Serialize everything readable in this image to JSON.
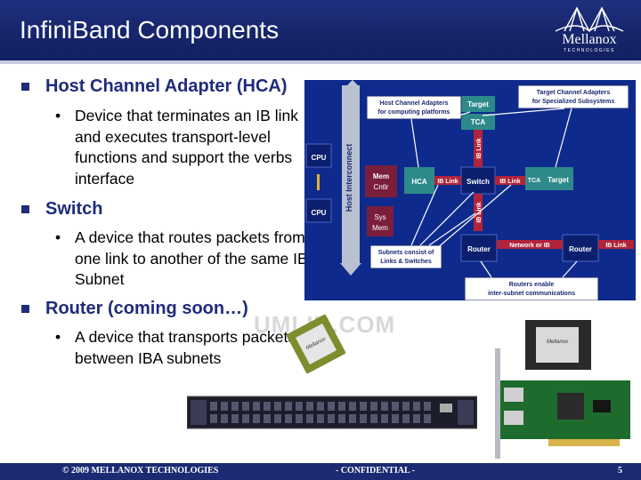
{
  "slide": {
    "title": "InfiniBand Components",
    "logo": {
      "name": "Mellanox",
      "sub": "TECHNOLOGIES"
    }
  },
  "bullets": [
    {
      "heading": "Host Channel Adapter (HCA)",
      "sub": "Device that terminates an IB link and executes transport-level functions and support the verbs interface"
    },
    {
      "heading": "Switch",
      "sub": "A device that routes packets from one link to another of the same IB Subnet"
    },
    {
      "heading": "Router (coming soon…)",
      "sub": "A device that transports packets between IBA subnets"
    }
  ],
  "diagram": {
    "host_interconnect": "Host Interconnect",
    "cpu": "CPU",
    "mem_cntlr": [
      "Mem",
      "Cntlr"
    ],
    "sys_mem": [
      "Sys",
      "Mem"
    ],
    "hca": "HCA",
    "switch": "Switch",
    "tca": "TCA",
    "target": "Target",
    "router": "Router",
    "ib_link": "IB Link",
    "network_or_ib": "Network or IB",
    "callout_hca": [
      "Host Channel Adapters",
      "for computing platforms"
    ],
    "callout_tca": [
      "Target Channel Adapters",
      "for Specialized Subsystems"
    ],
    "callout_subnets": [
      "Subnets consist of",
      "Links & Switches"
    ],
    "callout_routers": [
      "Routers enable",
      "inter-subnet communications"
    ]
  },
  "watermark": "UMLIB.COM",
  "chips": {
    "chip1_label": "Mellanox",
    "chip2_label": "Mellanox"
  },
  "footer": {
    "copyright": "© 2009  MELLANOX TECHNOLOGIES",
    "confidential": "- CONFIDENTIAL -",
    "page": "5"
  },
  "colors": {
    "title_bar": "#17266b",
    "bullet_blue": "#1f2c7a",
    "diagram_bg": "#0e2a8c",
    "teal": "#2e8a8a",
    "red": "#b2243a",
    "callout_bg": "#ffffff"
  }
}
